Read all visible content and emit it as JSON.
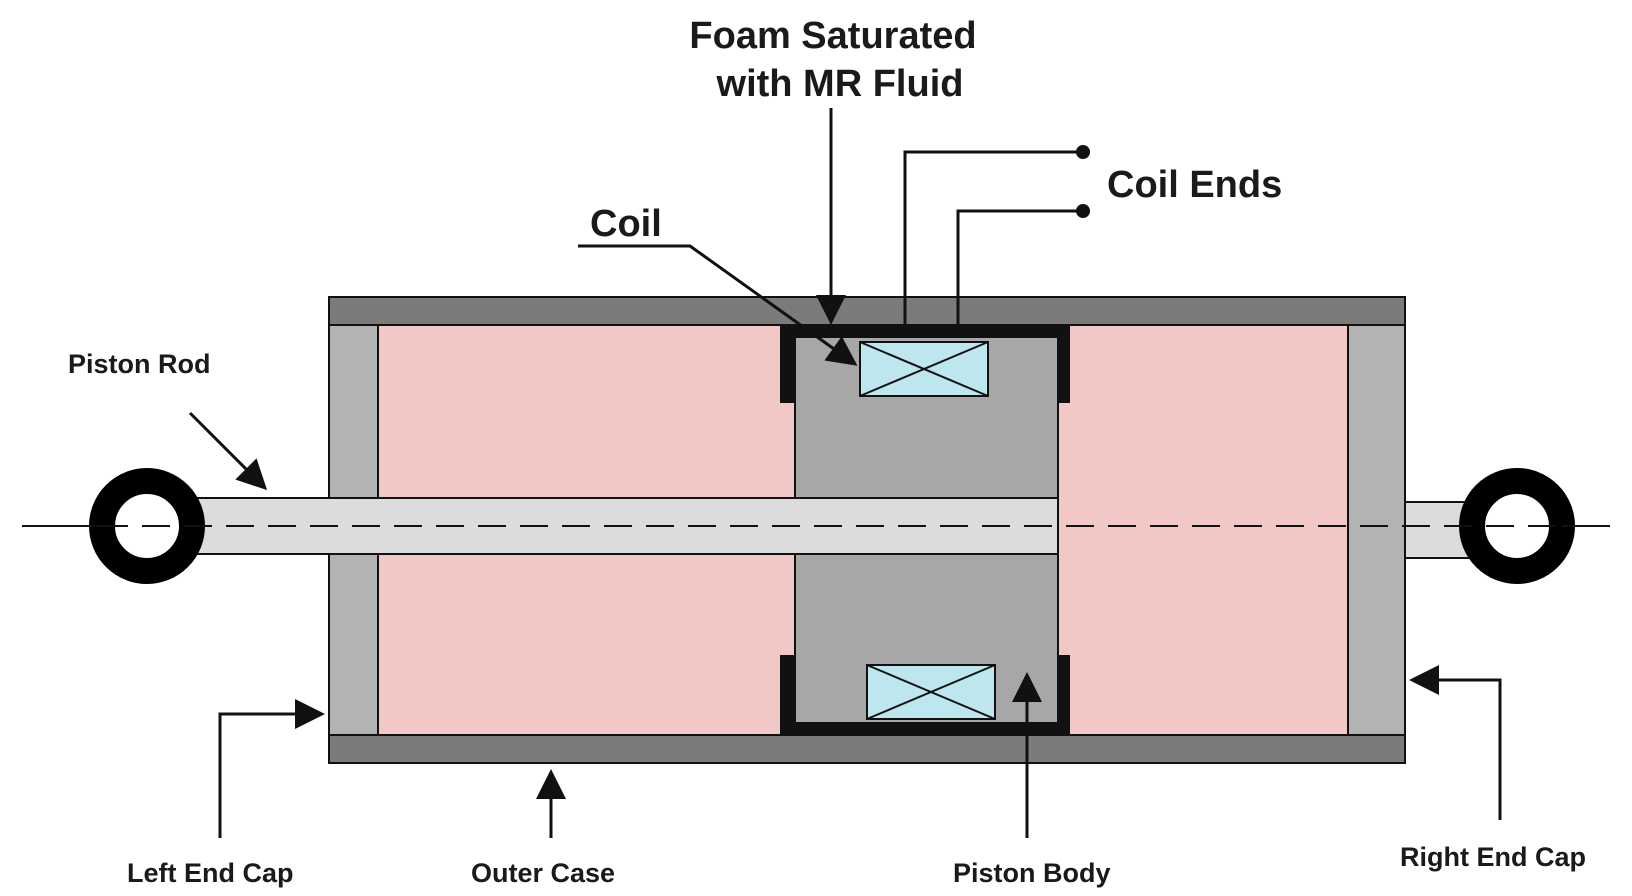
{
  "labels": {
    "foam_line1": "Foam Saturated",
    "foam_line2": "with MR Fluid",
    "coil": "Coil",
    "coil_ends": "Coil Ends",
    "piston_rod": "Piston Rod",
    "left_end_cap": "Left End Cap",
    "outer_case": "Outer Case",
    "piston_body": "Piston Body",
    "right_end_cap": "Right End Cap"
  },
  "colors": {
    "outer_case": "#7b7b7b",
    "end_cap": "#b3b3b3",
    "foam": "#f2c8c6",
    "piston_body": "#a7a7a7",
    "piston_rod": "#dcdcdc",
    "coil": "#bde6ee",
    "outline": "#111111"
  },
  "icons": {
    "arrow": "arrowhead",
    "terminal": "terminal-dot",
    "rod_eye": "eye-ring"
  }
}
